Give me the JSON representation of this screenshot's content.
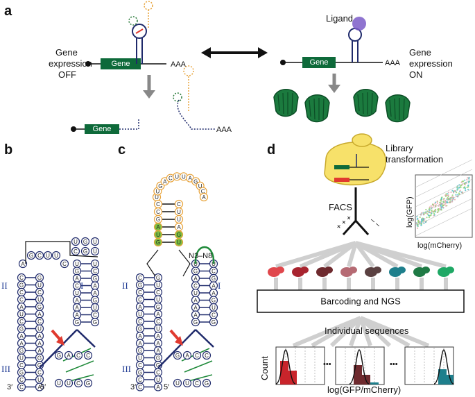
{
  "panels": {
    "a": "a",
    "b": "b",
    "c": "c",
    "d": "d"
  },
  "panel_a": {
    "off_label_1": "Gene",
    "off_label_2": "expression",
    "off_label_3": "OFF",
    "on_label_1": "Gene",
    "on_label_2": "expression",
    "on_label_3": "ON",
    "gene": "Gene",
    "polyA": "AAA",
    "ligand": "Ligand"
  },
  "panel_b": {
    "stem_II": "II",
    "stem_I": "I",
    "stem_III": "III",
    "end_3": "3′",
    "end_5": "5′"
  },
  "panel_c": {
    "stem_II": "II",
    "stem_I": "I",
    "stem_III": "III",
    "end_3": "3′",
    "end_5": "5′",
    "loop_label": "N3–N8"
  },
  "panel_d": {
    "library_1": "Library",
    "library_2": "transformation",
    "facs": "FACS",
    "scatter_y": "log(GFP)",
    "scatter_x": "log(mCherry)",
    "barcoding": "Barcoding and NGS",
    "individual": "Individual sequences",
    "count": "Count",
    "hist_x": "log(GFP/mCherry)",
    "dots": "•••",
    "plus_signs": "+ + +",
    "minus_signs": "– –",
    "colony_colors": [
      "#e0474c",
      "#a8242f",
      "#6e2a2e",
      "#b56a73",
      "#5a4041",
      "#1e7f8c",
      "#1f7a45",
      "#1fa865"
    ]
  },
  "colors": {
    "gene_green": "#0e6a3a",
    "stem_blue": "#1f2a6b",
    "loop_orange": "#e8a33a",
    "accent_red": "#e03a2f",
    "ligand_purple": "#7b5cc8",
    "cell_yellow": "#f7e16a"
  }
}
